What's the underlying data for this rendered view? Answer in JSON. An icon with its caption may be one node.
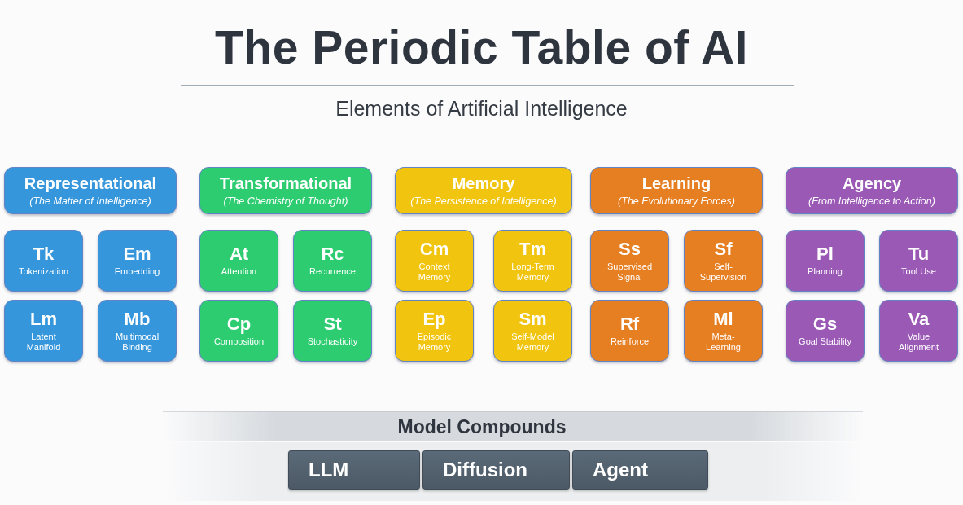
{
  "diagram": {
    "title": "The Periodic Table of AI",
    "nodes": [
      {
        "text": [
          "Representational",
          "(The Matter of Intelligence)"
        ]
      },
      {
        "text": [
          "Tk",
          "Tokenization"
        ]
      },
      {
        "text": [
          "Em",
          "Embedding"
        ]
      },
      {
        "text": [
          "Lm",
          "Latent Manifold"
        ]
      },
      {
        "text": [
          "Mb",
          "Multimodal Binding"
        ]
      },
      {
        "text": [
          "Transformational",
          "(The Chemistry of Thought)"
        ]
      },
      {
        "text": [
          "At",
          "Attention"
        ]
      },
      {
        "text": [
          "Rc",
          "Recurrence"
        ]
      },
      {
        "text": [
          "Cp",
          "Composition"
        ]
      },
      {
        "text": [
          "St",
          "Stochasticity"
        ]
      },
      {
        "text": [
          "Memory",
          "(The Persistence of Intelligence)"
        ]
      },
      {
        "text": [
          "Cm",
          "Context Memory"
        ]
      },
      {
        "text": [
          "Tm",
          "Long-Term Memory"
        ]
      },
      {
        "text": [
          "Ep",
          "Episodic Memory"
        ]
      },
      {
        "text": [
          "Sm",
          "Self-Model Memory"
        ]
      },
      {
        "text": [
          "Learning",
          "(The Evolutionary Forces)"
        ]
      },
      {
        "text": [
          "Ss",
          "Supervised Signal"
        ]
      },
      {
        "text": [
          "Sf",
          "Self-Supervision"
        ]
      },
      {
        "text": [
          "Rf",
          "Reinforce"
        ]
      },
      {
        "text": [
          "Ml",
          "Meta-Learning"
        ]
      },
      {
        "text": [
          "Agency",
          "(From Intelligence to Action)"
        ]
      },
      {
        "text": [
          "Pl",
          "Planning"
        ]
      },
      {
        "text": [
          "Tu",
          "Tool Use"
        ]
      },
      {
        "text": [
          "Gs",
          "Goal Stability"
        ]
      },
      {
        "text": [
          "Va",
          "Value Alignment"
        ]
      },
      {
        "text": [
          "Model Compounds"
        ]
      },
      {
        "text": [
          "LLM"
        ]
      },
      {
        "text": [
          "Diffusion"
        ]
      },
      {
        "text": [
          "Agent"
        ]
      }
    ],
    "labels": [
      "Elements of Artificial Intelligence"
    ]
  }
}
